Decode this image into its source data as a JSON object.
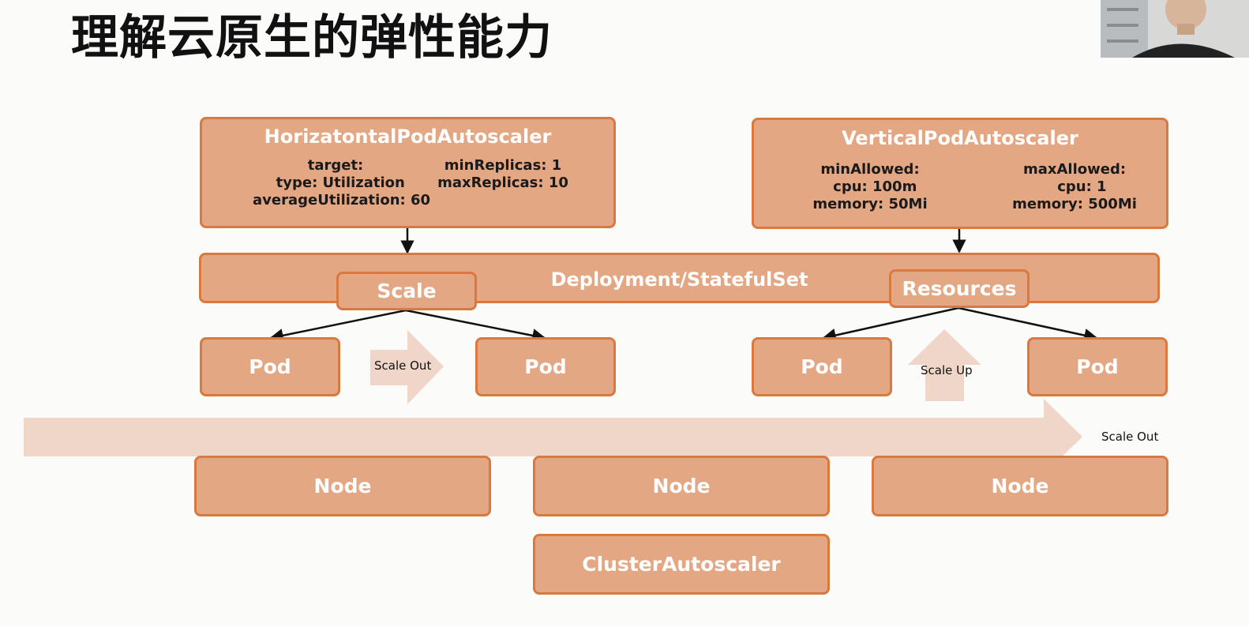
{
  "title": "理解云原生的弹性能力",
  "hpa": {
    "name": "HorizatontalPodAutoscaler",
    "left_config": "target:\n  type: Utilization\naverageUtilization: 60",
    "right_config": "minReplicas: 1\nmaxReplicas: 10"
  },
  "vpa": {
    "name": "VerticalPodAutoscaler",
    "left_config": "minAllowed:\n  cpu: 100m\nmemory: 50Mi",
    "right_config": "maxAllowed:\n   cpu: 1\nmemory: 500Mi"
  },
  "deployment": {
    "label": "Deployment/StatefulSet"
  },
  "scale_box": {
    "label": "Scale"
  },
  "resources_box": {
    "label": "Resources"
  },
  "pods": [
    "Pod",
    "Pod",
    "Pod",
    "Pod"
  ],
  "arrows": {
    "scale_out_small": "Scale Out",
    "scale_up": "Scale Up",
    "scale_out_big": "Scale Out"
  },
  "nodes": [
    "Node",
    "Node",
    "Node"
  ],
  "cluster_autoscaler": {
    "label": "ClusterAutoscaler"
  },
  "colors": {
    "box_fill": "#e4a784",
    "box_border": "#d9793f",
    "arrow_fill": "#efd6c8"
  }
}
